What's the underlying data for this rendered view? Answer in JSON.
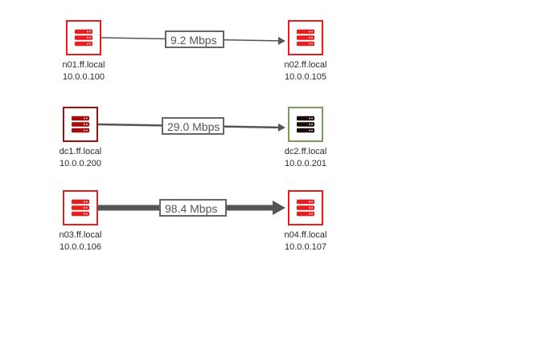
{
  "diagram": {
    "colors": {
      "alert_red": "#e81e1e",
      "dark_red": "#a30d0d",
      "ok_green": "#7d9a5c",
      "server_dark": "#1a0c0c",
      "link_gray": "#555555",
      "label_border": "#666666",
      "label_text": "#555555"
    },
    "nodes": [
      {
        "id": "n01",
        "hostname": "n01.ff.local",
        "ip": "10.0.0.100",
        "icon": "server-rack-icon",
        "status": "alert"
      },
      {
        "id": "n02",
        "hostname": "n02.ff.local",
        "ip": "10.0.0.105",
        "icon": "server-rack-icon",
        "status": "alert"
      },
      {
        "id": "dc1",
        "hostname": "dc1.ff.local",
        "ip": "10.0.0.200",
        "icon": "server-rack-icon",
        "status": "critical"
      },
      {
        "id": "dc2",
        "hostname": "dc2.ff.local",
        "ip": "10.0.0.201",
        "icon": "server-rack-icon",
        "status": "ok"
      },
      {
        "id": "n03",
        "hostname": "n03.ff.local",
        "ip": "10.0.0.106",
        "icon": "server-rack-icon",
        "status": "alert"
      },
      {
        "id": "n04",
        "hostname": "n04.ff.local",
        "ip": "10.0.0.107",
        "icon": "server-rack-icon",
        "status": "alert"
      }
    ],
    "links": [
      {
        "from": "n01",
        "to": "n02",
        "label": "9.2 Mbps",
        "rate_mbps": 9.2
      },
      {
        "from": "dc1",
        "to": "dc2",
        "label": "29.0 Mbps",
        "rate_mbps": 29.0
      },
      {
        "from": "n03",
        "to": "n04",
        "label": "98.4 Mbps",
        "rate_mbps": 98.4
      }
    ]
  }
}
